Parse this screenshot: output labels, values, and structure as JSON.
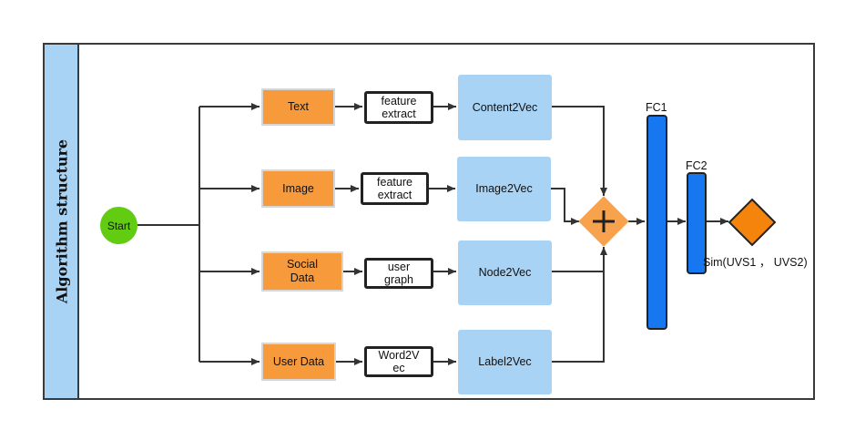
{
  "side_title": "Algorithm structure",
  "start_label": "Start",
  "inputs": [
    "Text",
    "Image",
    "Social\nData",
    "User Data"
  ],
  "extractors": [
    "feature\nextract",
    "feature\nextract",
    "user\ngraph",
    "Word2V\nec"
  ],
  "embeddings": [
    "Content2Vec",
    "Image2Vec",
    "Node2Vec",
    "Label2Vec"
  ],
  "fc1_label": "FC1",
  "fc2_label": "FC2",
  "output_label": "Sim(UVS1 ， UVS2)",
  "colors": {
    "input_fill": "#f79a3b",
    "embed_fill": "#a9d3f5",
    "start_fill": "#61cc12",
    "fc_fill": "#1677f0",
    "combine_fill": "#f9a24e",
    "output_fill": "#f5840c"
  },
  "icons": {
    "combine": "plus-diamond-icon",
    "output": "diamond-icon"
  }
}
